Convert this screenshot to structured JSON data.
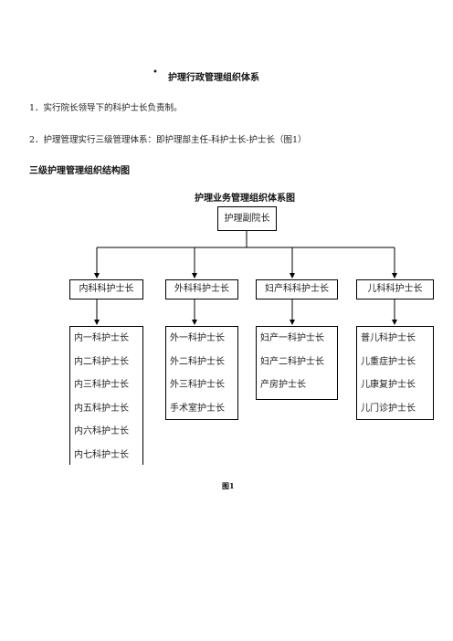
{
  "section": {
    "bullet": "•",
    "title": "护理行政管理组织体系"
  },
  "paragraphs": [
    "1．实行院长领导下的科护士长负责制。",
    "2．护理管理实行三级管理体系：即护理部主任-科护士长-护士长（图1）"
  ],
  "structure_heading": "三级护理管理组织结构图",
  "diagram": {
    "title": "护理业务管理组织体系图",
    "root": "护理副院长",
    "departments": [
      {
        "label": "内科科护士长",
        "wards": [
          "内一科护士长",
          "内二科护士长",
          "内三科护士长",
          "内五科护士长",
          "内六科护士长",
          "内七科护士长"
        ]
      },
      {
        "label": "外科科护士长",
        "wards": [
          "外一科护士长",
          "外二科护士长",
          "外三科护士长",
          "手术室护士长"
        ]
      },
      {
        "label": "妇产科科护士长",
        "wards": [
          "妇产一科护士长",
          "妇产二科护士长",
          "产房护士长"
        ]
      },
      {
        "label": "儿科科护士长",
        "wards": [
          "普儿科护士长",
          "儿重症护士长",
          "儿康复护士长",
          "儿门诊护士长"
        ]
      }
    ],
    "caption": "图1"
  }
}
